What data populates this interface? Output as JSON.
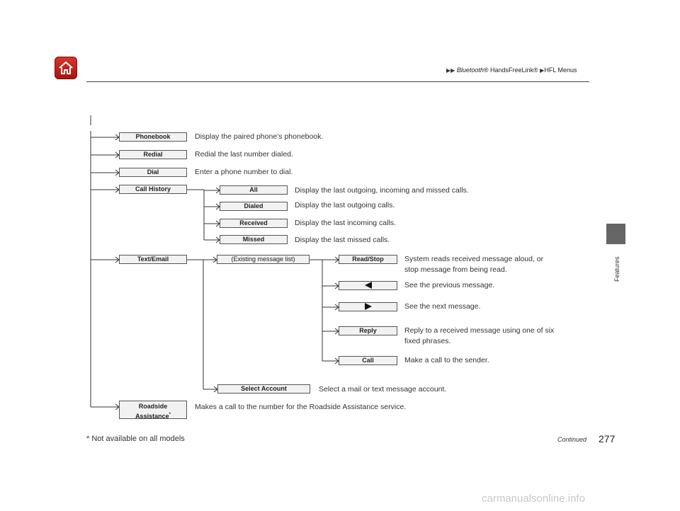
{
  "breadcrumb": {
    "part1": "Bluetooth",
    "part2": "® HandsFreeLink®",
    "part3": "HFL Menus"
  },
  "side_tab_label": "Features",
  "menu": {
    "phonebook": {
      "label": "Phonebook",
      "desc": "Display the paired phone’s phonebook."
    },
    "redial": {
      "label": "Redial",
      "desc": "Redial the last number dialed."
    },
    "dial": {
      "label": "Dial",
      "desc": "Enter a phone number to dial."
    },
    "call_history": {
      "label": "Call History",
      "items": [
        {
          "label": "All",
          "desc": "Display the last outgoing, incoming and missed calls."
        },
        {
          "label": "Dialed",
          "desc": "Display the last outgoing calls."
        },
        {
          "label": "Received",
          "desc": "Display the last incoming calls."
        },
        {
          "label": "Missed",
          "desc": "Display the last missed calls."
        }
      ]
    },
    "text_email": {
      "label": "Text/Email",
      "list": "(Existing message list)",
      "read_stop": {
        "label": "Read/Stop",
        "desc1": "System reads received message aloud, or",
        "desc2": "stop message from being read."
      },
      "prev": {
        "desc": "See the previous message."
      },
      "next": {
        "desc": "See the next message."
      },
      "reply": {
        "label": "Reply",
        "desc1": "Reply to a received message using one of six",
        "desc2": "fixed phrases."
      },
      "call": {
        "label": "Call",
        "desc": "Make a call to the sender."
      },
      "select_account": {
        "label": "Select Account",
        "desc": "Select a mail or text message account."
      }
    },
    "roadside": {
      "label1": "Roadside",
      "label2": "Assistance",
      "star": "*",
      "desc": "Makes a call to the number for the Roadside Assistance service."
    }
  },
  "footnote": "* Not available on all models",
  "continued": "Continued",
  "page_number": "277",
  "watermark": "carmanualsonline.info"
}
